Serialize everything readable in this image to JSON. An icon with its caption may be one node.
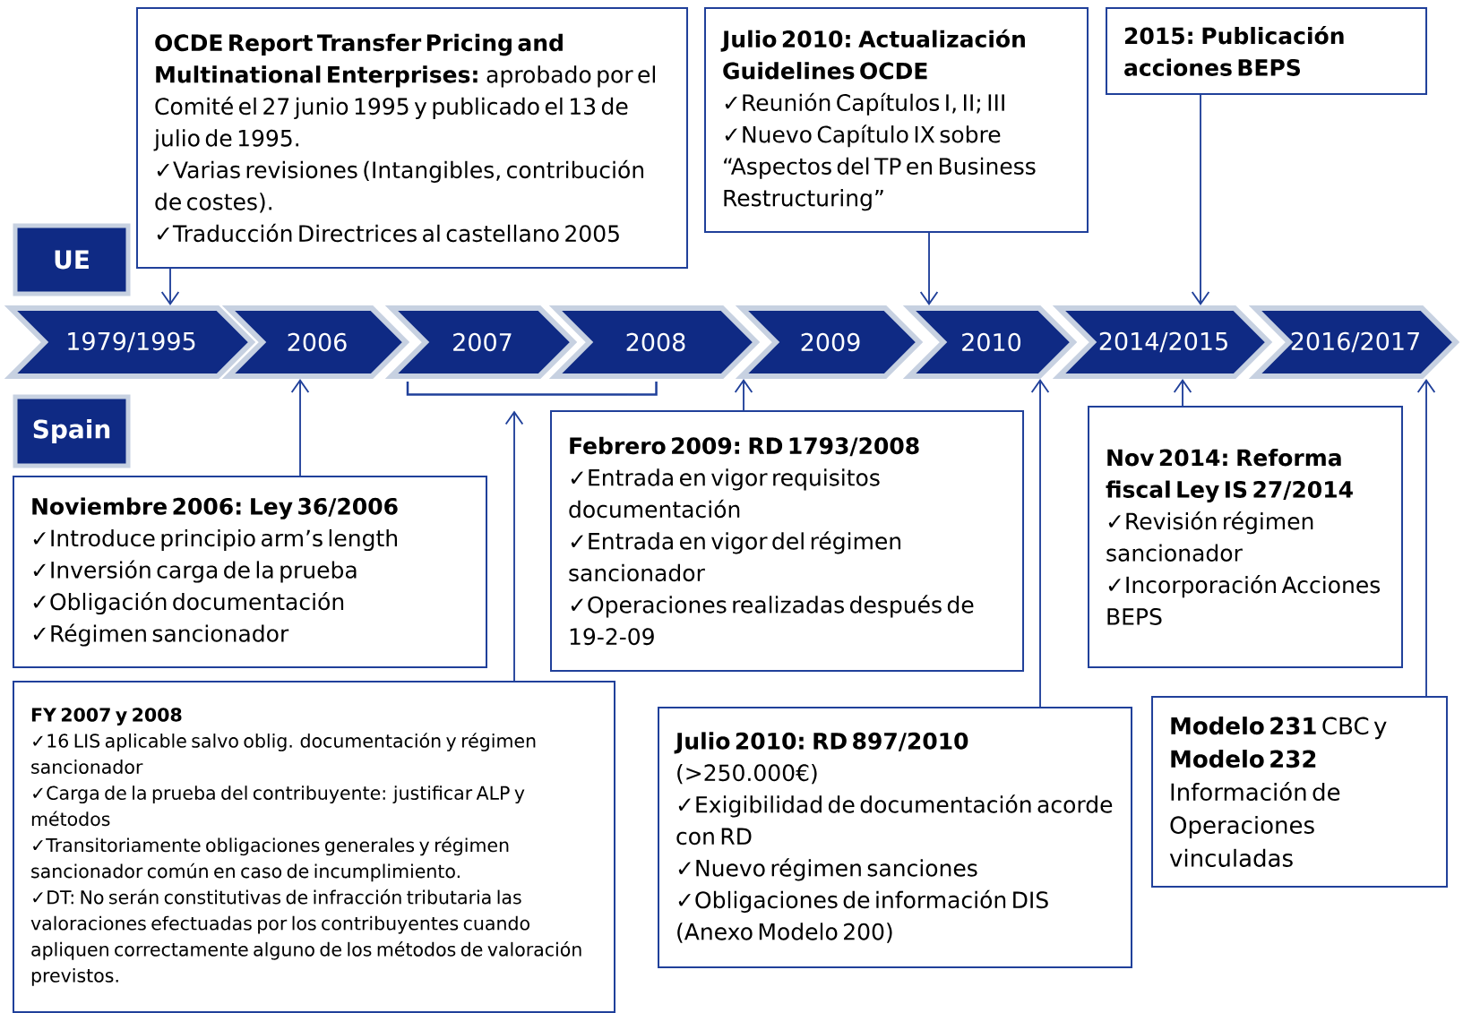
{
  "diagram": {
    "nodes": [
      {
        "text": [
          "**OCDE Report Transfer Pricing and Multinational Enterprises:** aprobado por el Comité el 27 junio 1995 y publicado el 13 de julio de 1995.",
          "✓Varias revisiones (Intangibles, contribución de costes).",
          "✓Traducción Directrices al castellano 2005"
        ]
      },
      {
        "text": [
          "Julio 2010: Actualización Guidelines OCDE",
          "✓Reunión Capítulos I, II; III",
          "✓Nuevo Capítulo IX sobre “Aspectos del TP en Business Restructuring”"
        ]
      },
      {
        "text": [
          "2015: Publicación acciones BEPS"
        ]
      },
      {
        "text": [
          "UE"
        ]
      },
      {
        "text": [
          "1979/1995"
        ]
      },
      {
        "text": [
          "2006"
        ]
      },
      {
        "text": [
          "2007"
        ]
      },
      {
        "text": [
          "2008"
        ]
      },
      {
        "text": [
          "2009"
        ]
      },
      {
        "text": [
          "2010"
        ]
      },
      {
        "text": [
          "2014/2015"
        ]
      },
      {
        "text": [
          "2016/2017"
        ]
      },
      {
        "text": [
          "Spain"
        ]
      },
      {
        "text": [
          "Noviembre 2006: Ley 36/2006",
          "✓Introduce principio arm’s length",
          "✓Inversión carga de la prueba",
          "✓Obligación documentación",
          "✓Régimen sancionador"
        ]
      },
      {
        "text": [
          "Febrero 2009: RD 1793/2008",
          "✓Entrada en vigor requisitos documentación",
          "✓Entrada en vigor del régimen sancionador",
          "✓Operaciones realizadas después de 19-2-09"
        ]
      },
      {
        "text": [
          "Nov 2014: Reforma fiscal Ley IS 27/2014",
          "✓Revisión régimen sancionador",
          "✓Incorporación Acciones BEPS"
        ]
      },
      {
        "text": [
          "FY 2007 y 2008",
          "✓16 LIS aplicable salvo oblig. documentación y régimen sancionador",
          "✓Carga de la prueba del contribuyente: justificar ALP y métodos",
          "✓Transitoriamente obligaciones generales y régimen sancionador común en caso de incumplimiento.",
          "✓DT: No serán constitutivas de infracción tributaria las valoraciones efectuadas por los contribuyentes cuando apliquen correctamente alguno de los métodos de valoración previstos."
        ]
      },
      {
        "text": [
          "**Julio 2010: RD 897/2010** (>250.000€)",
          "✓Exigibilidad de documentación acorde con RD",
          "✓Nuevo régimen sanciones",
          "✓Obligaciones de información DIS (Anexo Modelo 200)"
        ]
      },
      {
        "text": [
          "**Modelo 231** CBC y **Modelo 232**",
          "Información de Operaciones vinculadas"
        ]
      },
      {
        "text": [],
        "shape": "bracket"
      }
    ],
    "edges": [
      {
        "from": 0,
        "to": 4,
        "arrow": "to"
      },
      {
        "from": 1,
        "to": 9,
        "arrow": "to"
      },
      {
        "from": 2,
        "to": 10,
        "arrow": "to"
      },
      {
        "from": 13,
        "to": 5,
        "arrow": "to"
      },
      {
        "from": 16,
        "to": 19,
        "arrow": "to"
      },
      {
        "from": 14,
        "to": 8,
        "arrow": "to"
      },
      {
        "from": 17,
        "to": 9,
        "arrow": "to"
      },
      {
        "from": 15,
        "to": 10,
        "arrow": "to"
      },
      {
        "from": 18,
        "to": 11,
        "arrow": "to"
      }
    ]
  }
}
